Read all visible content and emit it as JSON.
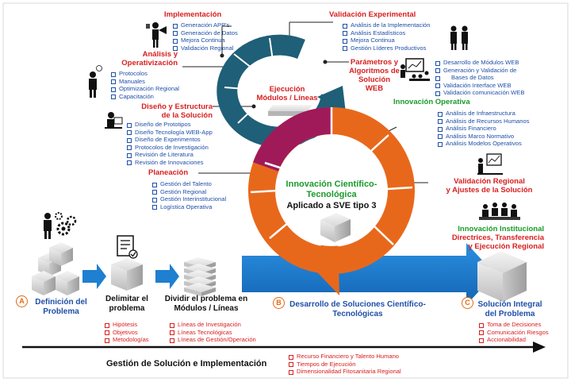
{
  "implementacion": {
    "title": "Implementación",
    "items": [
      "Generación APP's",
      "Generación de Datos",
      "Mejora Continua",
      "Validación Regional"
    ]
  },
  "validacion_experimental": {
    "title": "Validación Experimental",
    "items": [
      "Análisis de la Implementación",
      "Análisis Estadísticos",
      "Mejora Continua",
      "Gestión Líderes Productivos"
    ]
  },
  "analisis_operativizacion": {
    "title_line1": "Análisis y",
    "title_line2": "Operativización",
    "items": [
      "Protocolos",
      "Manuales",
      "Optimización Regional",
      "Capacitación"
    ]
  },
  "parametros": {
    "title_line1": "Parámetros y",
    "title_line2": "Algoritmos de",
    "title_line3": "Solución",
    "title_line4": "WEB",
    "items": [
      "Desarrollo de Módulos WEB",
      "Generación y Validación de",
      "Bases de Datos",
      "Validación Interface WEB",
      "Validación comunicación WEB"
    ]
  },
  "ejecucion": {
    "line1": "Ejecución",
    "line2": "Módulos / Líneas"
  },
  "diseno": {
    "title_line1": "Diseño y Estructura",
    "title_line2": "de la Solución",
    "items": [
      "Diseño de Prototipos",
      "Diseño Tecnología WEB-App",
      "Diseño de Experimentos",
      "Protocolos de Investigación",
      "Revisión de Literatura",
      "Revisión de Innovaciones"
    ]
  },
  "innovacion_operativa": {
    "title": "Innovación Operativa",
    "items": [
      "Análisis de Infraestructura",
      "Análisis de Recursos Humanos",
      "Análisis Financiero",
      "Análisis Marco Normativo",
      "Análisis Modelos Operativos"
    ]
  },
  "planeacion": {
    "title": "Planeación",
    "items": [
      "Gestión del Talento",
      "Gestión Regional",
      "Gestión Interinstitucional",
      "Logística Operativa"
    ]
  },
  "centro": {
    "line1": "Innovación Científico-",
    "line2": "Tecnológica",
    "line3": "Aplicado a SVE tipo 3"
  },
  "validacion_regional": {
    "line1": "Validación Regional",
    "line2": "y Ajustes de la Solución"
  },
  "innovacion_institucional": {
    "line1": "Innovación Institucional",
    "line2": "Directrices, Transferencia",
    "line3": "y Ejecución Regional"
  },
  "definicion": {
    "badge": "A",
    "line1": "Definición del",
    "line2": "Problema"
  },
  "delimitar": {
    "line1": "Delimitar el",
    "line2": "problema",
    "items": [
      "Hipótesis",
      "Objetivos",
      "Metodologías"
    ]
  },
  "dividir": {
    "line1": "Dividir el problema en",
    "line2": "Módulos / Líneas",
    "items": [
      "Líneas de Investigación",
      "Líneas Tecnológicas",
      "Líneas de Gestión/Operación"
    ]
  },
  "desarrollo": {
    "badge": "B",
    "line1": "Desarrollo de Soluciones Científico-",
    "line2": "Tecnológicas"
  },
  "solucion_integral": {
    "badge": "C",
    "line1": "Solución Integral",
    "line2": "del Problema",
    "items": [
      "Toma de Decisiones",
      "Comunicación Riesgos",
      "Accionabilidad"
    ]
  },
  "gestion": {
    "title": "Gestión de Solución e Implementación",
    "items": [
      "Recurso Financiero y Talento Humano",
      "Tiempos de Ejecución",
      "Dimensionalidad Fitosanitaria Regional"
    ]
  },
  "colors": {
    "orange": "#e8681b",
    "teal": "#1f5f78",
    "magenta": "#a01a5a",
    "blue": "#1f4fa8",
    "red": "#d81e1e",
    "green": "#1a9a2a",
    "arrow_blue": "#1f7fd0"
  },
  "icons": [
    "presenter-icon",
    "thinking-person-icon",
    "meeting-people-icon",
    "desk-worker-icon",
    "whiteboard-presenter-icon",
    "team-meeting-icon",
    "gears-person-icon",
    "checklist-icon",
    "server-stack-icon"
  ]
}
